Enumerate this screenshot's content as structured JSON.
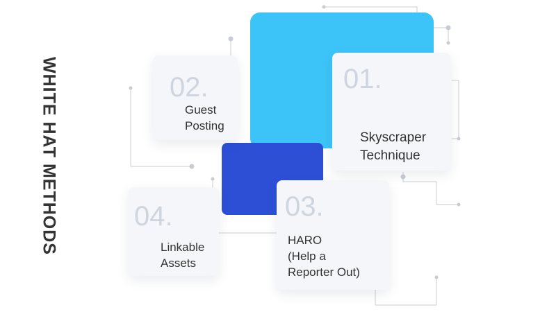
{
  "title": "WHITE HAT METHODS",
  "colors": {
    "cyan_block": "#3cc4f8",
    "blue_block": "#2c4fd6",
    "card_bg": "#f4f6f9",
    "number_text": "#cfd5de",
    "label_text": "#333333",
    "connector": "#c8ccd2"
  },
  "methods": [
    {
      "number": "01.",
      "label_lines": [
        "Skyscraper",
        "Technique"
      ]
    },
    {
      "number": "02.",
      "label_lines": [
        "Guest",
        "Posting"
      ]
    },
    {
      "number": "03.",
      "label_lines": [
        "HARO",
        "(Help a",
        "Reporter Out)"
      ]
    },
    {
      "number": "04.",
      "label_lines": [
        "Linkable",
        "Assets"
      ]
    }
  ]
}
